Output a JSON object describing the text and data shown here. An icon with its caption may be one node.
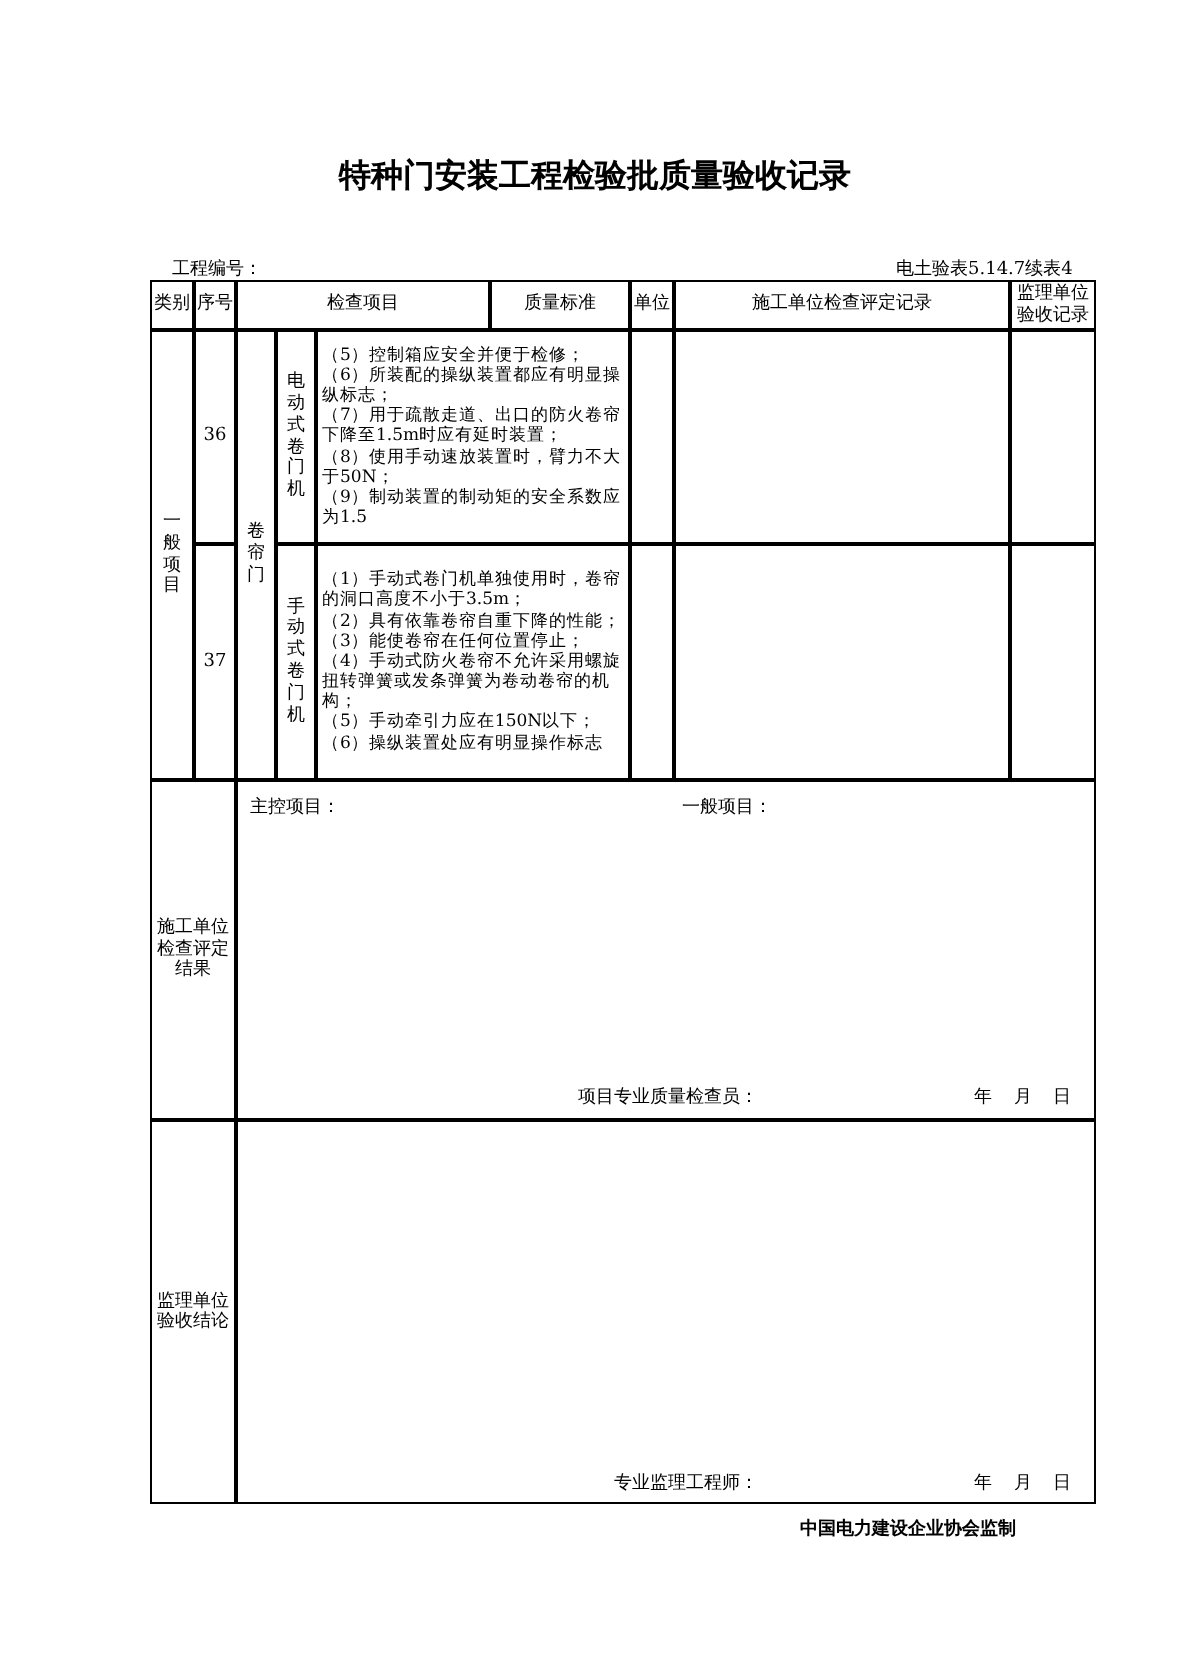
{
  "diagram": {
    "title": "特种门安装工程检验批质量验收记录",
    "labels": [
      "工程编号：",
      "电土验表5.14.7续表4",
      "类别",
      "序号",
      "检查项目",
      "质量标准",
      "单位",
      "施工单位检查评定记录",
      "监理单位验收记录",
      "一般项目",
      "36",
      "卷帘门",
      "电动式卷门机",
      "（5）控制箱应安全并便于检修；",
      "（6）所装配的操纵装置都应有明显操纵标志；",
      "（7）用于疏散走道、出口的防火卷帘下降至1.5m时应有延时装置；",
      "（8）使用手动速放装置时，臂力不大于50N；",
      "（9）制动装置的制动矩的安全系数应为1.5",
      "37",
      "手动式卷门机",
      "（1）手动式卷门机单独使用时，卷帘的洞口高度不小于3.5m；",
      "（2）具有依靠卷帘自重下降的性能；",
      "（3）能使卷帘在任何位置停止；",
      "（4）手动式防火卷帘不允许采用螺旋扭转弹簧或发条弹簧为卷动卷帘的机构；",
      "（5）手动牵引力应在150N以下；",
      "（6）操纵装置处应有明显操作标志",
      "施工单位检查评定结果",
      "主控项目：",
      "一般项目：",
      "项目专业质量检查员：",
      "年 月 日",
      "监理单位验收结论",
      "专业监理工程师：",
      "年 月 日",
      "中国电力建设企业协会监制"
    ]
  }
}
